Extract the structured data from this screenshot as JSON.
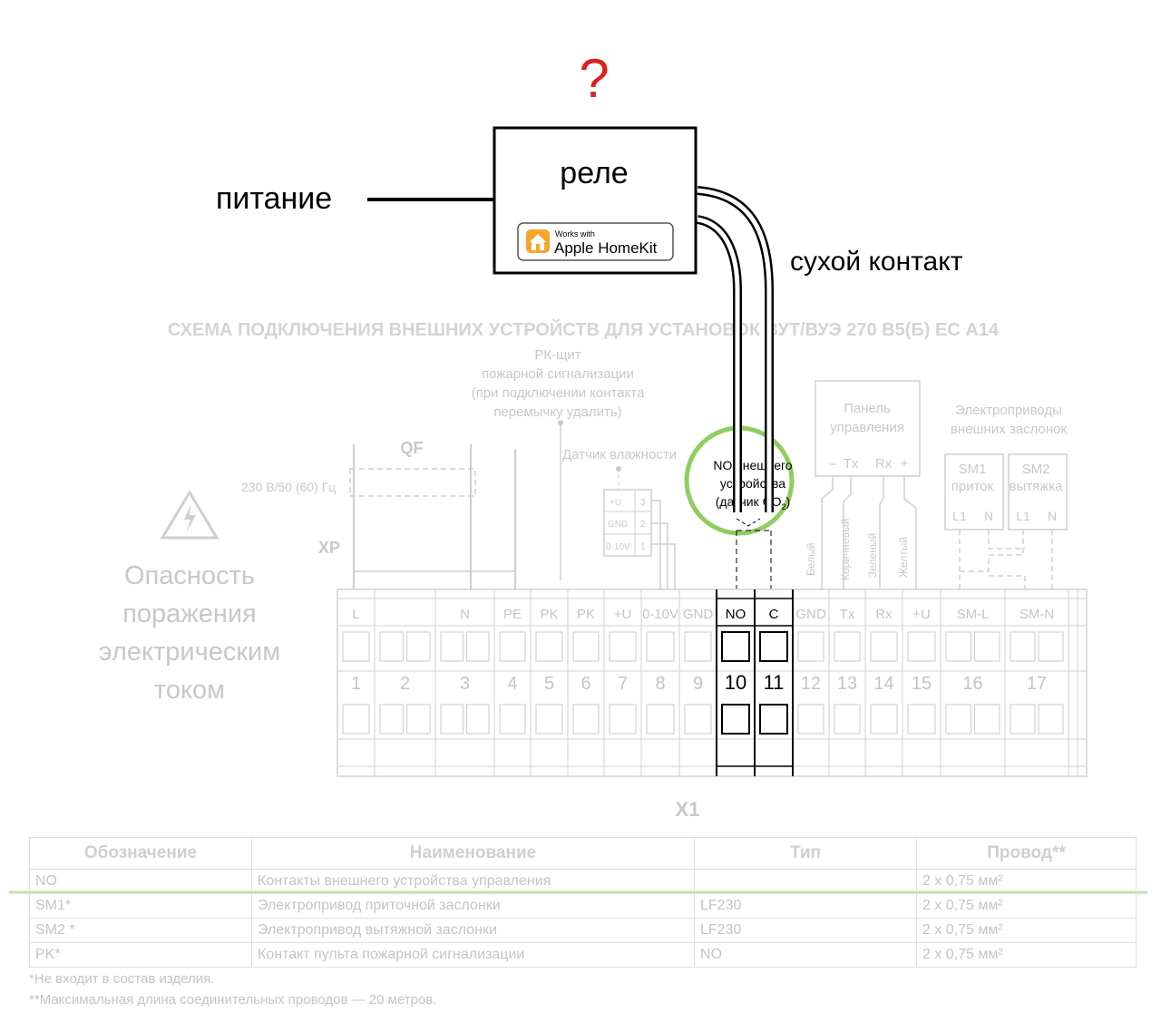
{
  "question_mark": "?",
  "relay": {
    "label": "реле",
    "badge_line1": "Works with",
    "badge_line2": "Apple HomeKit"
  },
  "power_label": "питание",
  "dry_contact_label": "сухой контакт",
  "diagram_title": "СХЕМА ПОДКЛЮЧЕНИЯ ВНЕШНИХ УСТРОЙСТВ ДЛЯ УСТАНОВОК ВУТ/ВУЭ 270 В5(Б) ЕС А14",
  "fire_panel": [
    "РК-щит",
    "пожарной сигнализации",
    "(при подключении контакта",
    "перемычку удалить)"
  ],
  "humidity_sensor": "Датчик влажности",
  "qf": "QF",
  "mains": "230 В/50 (60) Гц",
  "xp": "XP",
  "danger": [
    "Опасность",
    "поражения",
    "электрическим",
    "током"
  ],
  "sensor_block": {
    "pins": [
      "+U",
      "GND",
      "0-10V"
    ],
    "nums": [
      "3",
      "2",
      "1"
    ]
  },
  "external_device": [
    "NO внешнего",
    "устройства",
    "(датчик CO",
    "2",
    ")"
  ],
  "control_panel": {
    "title": [
      "Панель",
      "управления"
    ],
    "pins": [
      "–",
      "Tx",
      "Rx",
      "+"
    ]
  },
  "wire_colors": [
    "Белый",
    "Коричневый",
    "Зеленый",
    "Желтый"
  ],
  "actuators": {
    "title": [
      "Электроприводы",
      "внешних заслонок"
    ],
    "sm1": [
      "SM1",
      "приток"
    ],
    "sm2": [
      "SM2",
      "вытяжка"
    ],
    "pins": [
      "L1",
      "N"
    ]
  },
  "terminals": {
    "headers": [
      "L",
      "N",
      "PE",
      "PK",
      "PK",
      "+U",
      "0-10V",
      "GND",
      "NO",
      "C",
      "GND",
      "Tx",
      "Rx",
      "+U",
      "SM-L",
      "SM-N"
    ],
    "numbers": [
      "1",
      "2",
      "3",
      "4",
      "5",
      "6",
      "7",
      "8",
      "9",
      "10",
      "11",
      "12",
      "13",
      "14",
      "15",
      "16",
      "17"
    ],
    "block_label": "X1"
  },
  "table": {
    "headers": [
      "Обозначение",
      "Наименование",
      "Тип",
      "Провод**"
    ],
    "rows": [
      [
        "NO",
        "Контакты внешнего устройства управления",
        "",
        "2 х 0,75 мм²"
      ],
      [
        "SM1*",
        "Электропривод приточной заслонки",
        "LF230",
        "2 х 0,75 мм²"
      ],
      [
        "SM2 *",
        "Электропривод вытяжной заслонки",
        "LF230",
        "2 х 0,75 мм²"
      ],
      [
        "PK*",
        "Контакт пульта пожарной сигнализации",
        "NO",
        "2 х 0,75 мм²"
      ]
    ]
  },
  "notes": [
    "*Не входит в состав изделия.",
    "**Максимальная длина соединительных проводов — 20 метров."
  ],
  "colors": {
    "question": "#e02020",
    "faded": "#c8c8c8",
    "highlight": "#7cc444",
    "ink": "#000000"
  }
}
